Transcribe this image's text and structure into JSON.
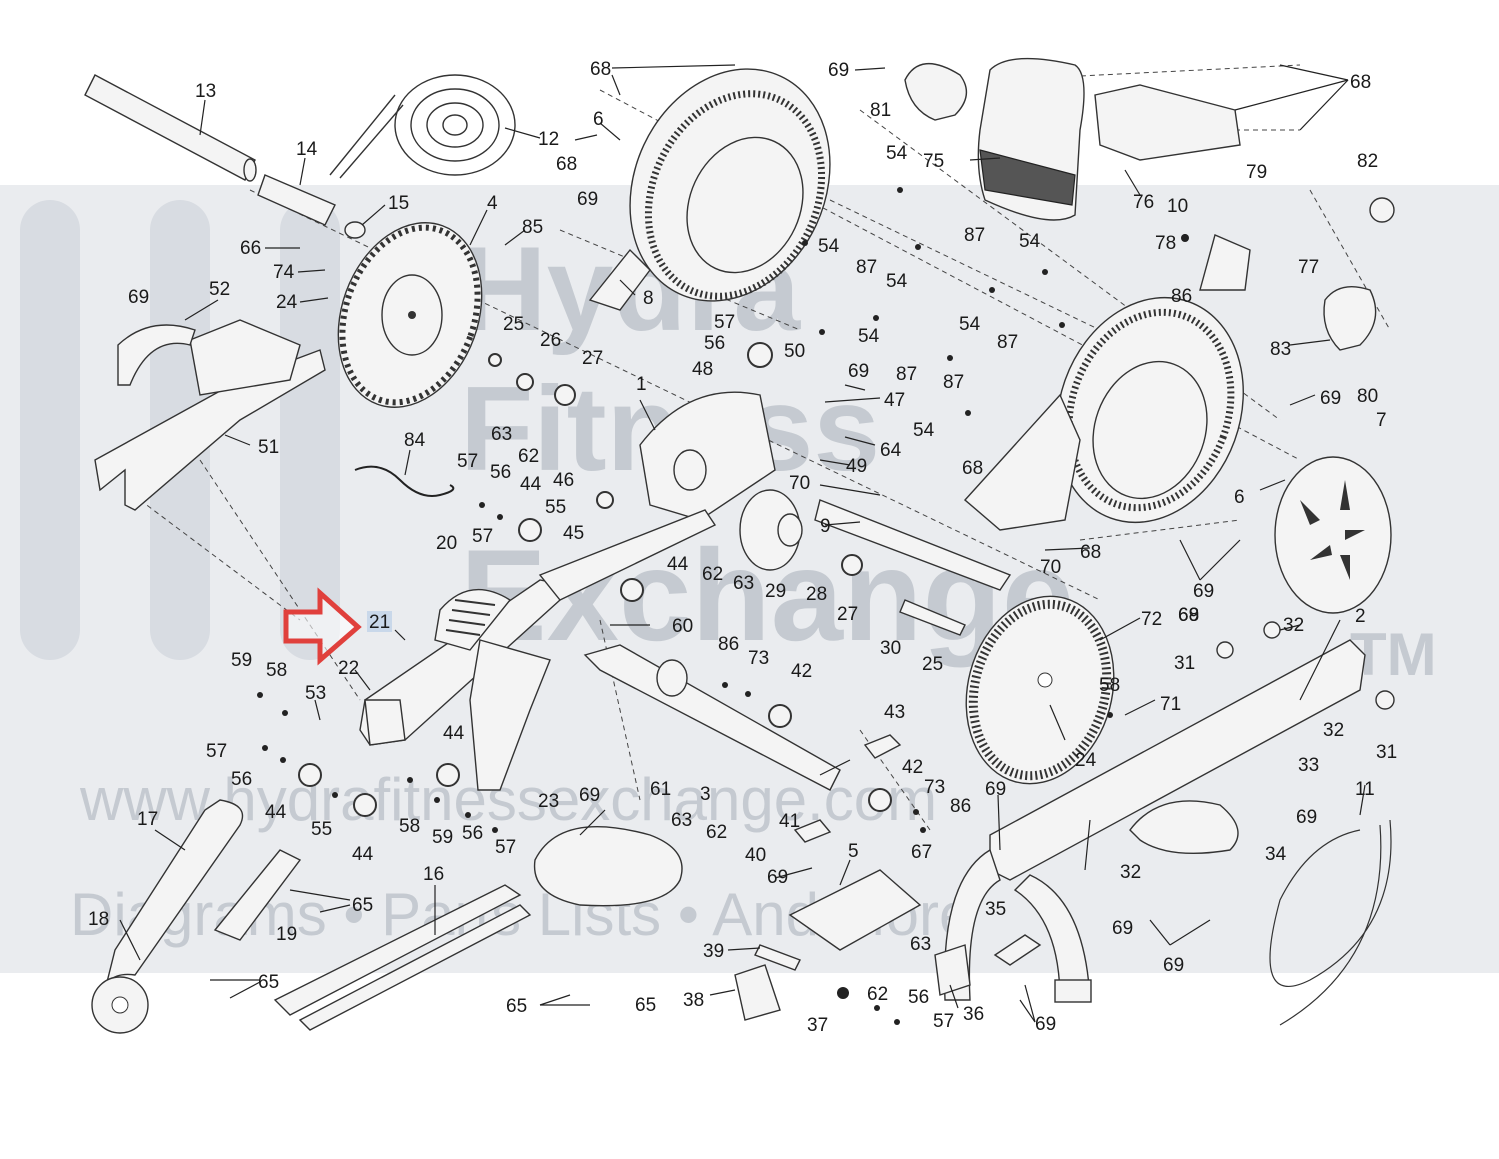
{
  "watermark": {
    "brand_lines": [
      "Hydra",
      "Fitness",
      "Exchange"
    ],
    "trademark": "TM",
    "url": "www.hydrafitnessexchange.com",
    "tagline": "Diagrams • Parts Lists • And More"
  },
  "highlight": {
    "label": "21",
    "arrow_color": "#e0403c",
    "label_bg": "#c9d8ea"
  },
  "colors": {
    "band": "#d9dde2",
    "line": "#333333"
  },
  "callouts": [
    "13",
    "12",
    "14",
    "15",
    "4",
    "85",
    "66",
    "74",
    "24",
    "69",
    "52",
    "51",
    "84",
    "25",
    "26",
    "27",
    "68",
    "6",
    "68",
    "69",
    "8",
    "57",
    "56",
    "48",
    "50",
    "69",
    "47",
    "1",
    "63",
    "62",
    "46",
    "45",
    "57",
    "56",
    "44",
    "55",
    "57",
    "20",
    "44",
    "64",
    "49",
    "70",
    "9",
    "62",
    "63",
    "29",
    "28",
    "27",
    "70",
    "60",
    "59",
    "58",
    "53",
    "22",
    "57",
    "56",
    "44",
    "55",
    "44",
    "58",
    "59",
    "56",
    "57",
    "44",
    "69",
    "61",
    "3",
    "23",
    "86",
    "73",
    "42",
    "43",
    "42",
    "73",
    "86",
    "41",
    "63",
    "62",
    "40",
    "69",
    "5",
    "67",
    "17",
    "65",
    "18",
    "19",
    "16",
    "65",
    "65",
    "65",
    "38",
    "39",
    "63",
    "62",
    "37",
    "56",
    "57",
    "36",
    "35",
    "69",
    "81",
    "69",
    "75",
    "76",
    "68",
    "54",
    "54",
    "54",
    "54",
    "54",
    "54",
    "54",
    "87",
    "87",
    "87",
    "87",
    "87",
    "10",
    "79",
    "82",
    "78",
    "86",
    "77",
    "83",
    "80",
    "69",
    "68",
    "7",
    "6",
    "68",
    "69",
    "68",
    "72",
    "30",
    "25",
    "24",
    "58",
    "71",
    "69",
    "32",
    "31",
    "2",
    "32",
    "31",
    "33",
    "69",
    "34",
    "11",
    "69",
    "32",
    "69",
    "69"
  ]
}
